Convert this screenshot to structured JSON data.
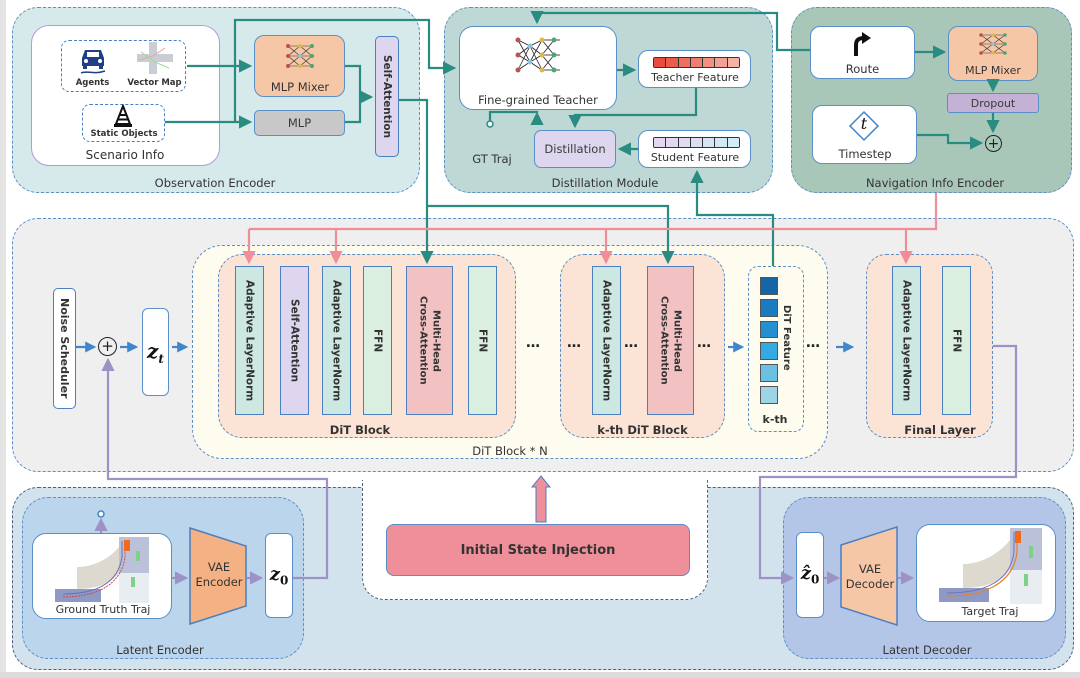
{
  "observation_encoder": {
    "title": "Observation Encoder",
    "scenario_info": "Scenario Info",
    "agents": "Agents",
    "vector_map": "Vector Map",
    "static_objects": "Static Objects",
    "mlp_mixer": "MLP Mixer",
    "mlp": "MLP",
    "self_attention": "Self-Attention"
  },
  "distillation_module": {
    "title": "Distillation Module",
    "teacher": "Fine-grained Teacher",
    "teacher_feature": "Teacher Feature",
    "student_feature": "Student Feature",
    "distillation": "Distillation",
    "gt_traj": "GT Traj"
  },
  "navigation_encoder": {
    "title": "Navigation Info Encoder",
    "route": "Route",
    "mlp_mixer": "MLP Mixer",
    "dropout": "Dropout",
    "timestep": "Timestep",
    "timestep_symbol": "t"
  },
  "dit": {
    "noise_scheduler": "Noise Scheduler",
    "zt_base": "z",
    "zt_sub": "t",
    "plus": "+",
    "block_group_label": "DiT Block * N",
    "block": {
      "label": "DiT Block",
      "layers": [
        "Adaptive LayerNorm",
        "Self-Attention",
        "Adaptive LayerNorm",
        "FFN",
        "Multi-Head\nCross-Attention",
        "FFN"
      ]
    },
    "kth_block": {
      "label": "k-th DiT Block",
      "layers": [
        "Adaptive LayerNorm",
        "Multi-Head\nCross-Attention"
      ]
    },
    "ellipsis": "…",
    "feature": {
      "label": "DiT Feature",
      "kth": "k-th",
      "cells": 6
    },
    "final_layer": {
      "label": "Final Layer",
      "layers": [
        "Adaptive LayerNorm",
        "FFN"
      ]
    }
  },
  "latent_encoder": {
    "title": "Latent Encoder",
    "gt_traj": "Ground Truth Traj",
    "vae": "VAE\nEncoder",
    "z0_base": "z",
    "z0_sub": "0"
  },
  "initial_state": "Initial State Injection",
  "latent_decoder": {
    "title": "Latent Decoder",
    "z0hat_base": "ẑ",
    "z0hat_sub": "0",
    "vae": "VAE\nDecoder",
    "target_traj": "Target Traj"
  },
  "colors": {
    "teal_arrow": "#2a8c80",
    "pink_arrow": "#ef8d98",
    "purple_arrow": "#9d92c6",
    "blue_arrow": "#3f86cc",
    "obs_bg": "#d6eaeb",
    "distill_bg": "#bed8d6",
    "nav_bg": "#a9c7b8",
    "dit_bg": "#efefef",
    "block_bg": "#fbe3d6",
    "group_bg": "#fefcef",
    "latent_bg": "#d3e3ee",
    "enc_inner_bg": "#bad5ec",
    "dec_inner_bg": "#b4c6e7",
    "orange": "#f6c7a7",
    "vae_orange": "#f4b183",
    "ln_green": "#cde8e2",
    "ffn_green": "#dbefe0",
    "sa_purple": "#ddd6ee",
    "mhca_pink": "#f2c2c2",
    "init_pink": "#ef8f99"
  }
}
